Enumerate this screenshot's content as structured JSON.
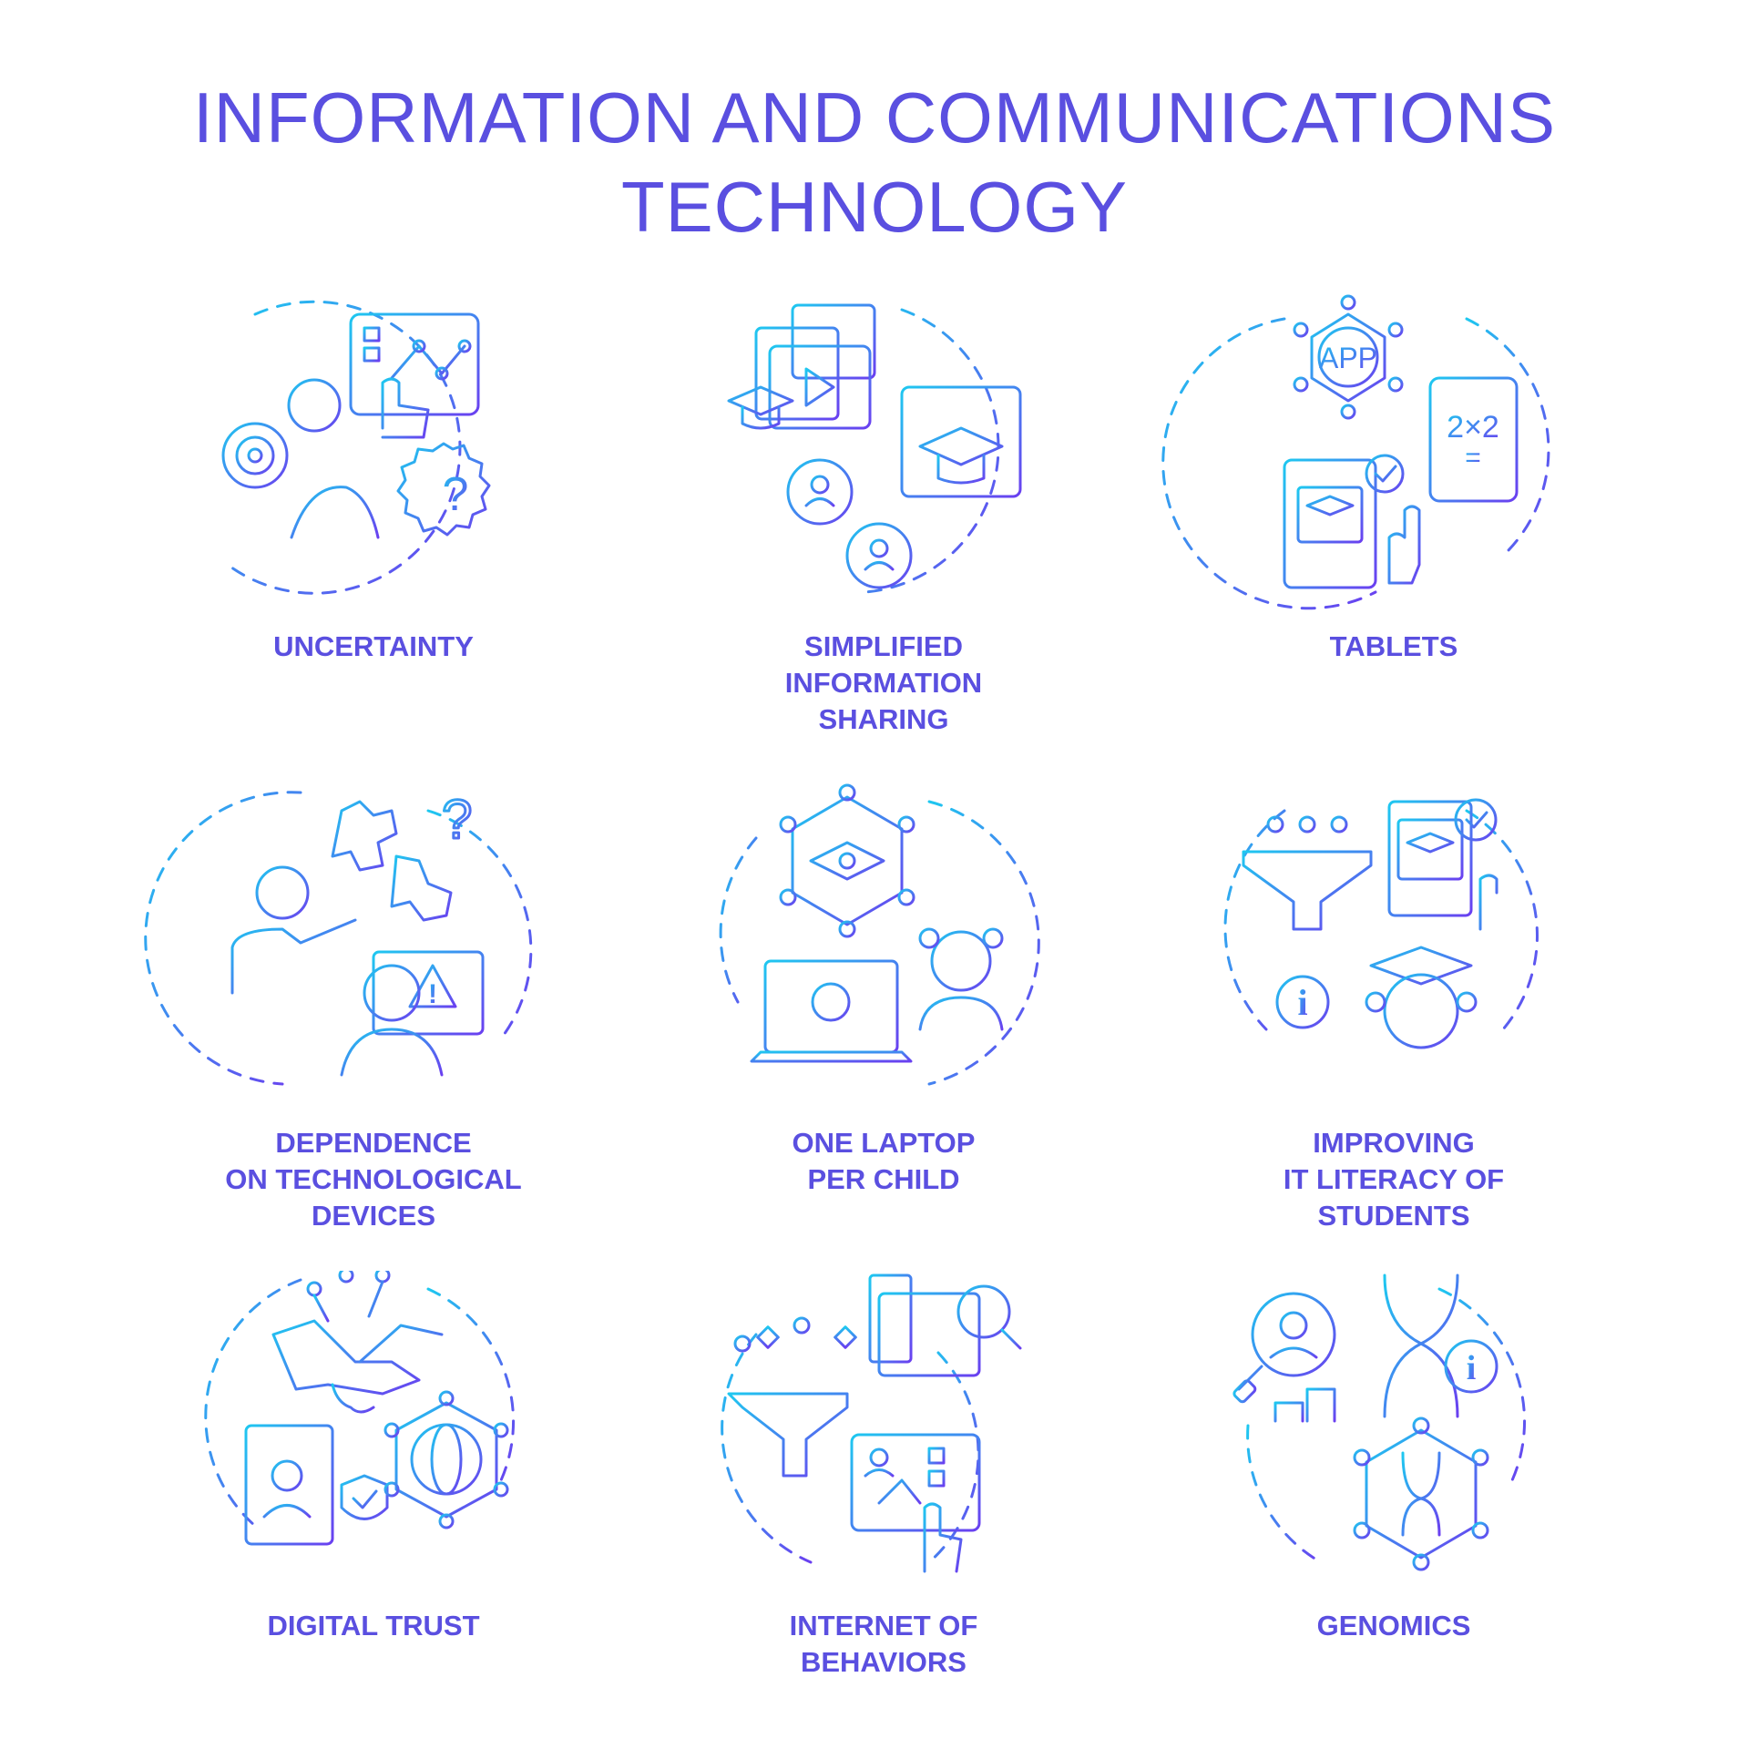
{
  "title": {
    "line1": "INFORMATION AND COMMUNICATIONS",
    "line2": "TECHNOLOGY"
  },
  "colors": {
    "gradient_start": "#1ec8f0",
    "gradient_end": "#6a3ff0",
    "title_text": "#5a4fe0",
    "label_text": "#5a4fe0"
  },
  "items": [
    {
      "icon": "uncertainty-icon",
      "lines": [
        "UNCERTAINTY"
      ]
    },
    {
      "icon": "information-sharing-icon",
      "lines": [
        "SIMPLIFIED",
        "INFORMATION",
        "SHARING"
      ]
    },
    {
      "icon": "tablets-icon",
      "lines": [
        "TABLETS"
      ]
    },
    {
      "icon": "dependence-devices-icon",
      "lines": [
        "DEPENDENCE",
        "ON TECHNOLOGICAL",
        "DEVICES"
      ]
    },
    {
      "icon": "one-laptop-icon",
      "lines": [
        "ONE LAPTOP",
        "PER CHILD"
      ]
    },
    {
      "icon": "it-literacy-icon",
      "lines": [
        "IMPROVING",
        "IT LITERACY OF",
        "STUDENTS"
      ]
    },
    {
      "icon": "digital-trust-icon",
      "lines": [
        "DIGITAL TRUST"
      ]
    },
    {
      "icon": "internet-of-behaviors-icon",
      "lines": [
        "INTERNET OF",
        "BEHAVIORS"
      ]
    },
    {
      "icon": "genomics-icon",
      "lines": [
        "GENOMICS"
      ]
    }
  ],
  "icon_texts": {
    "app": "APP",
    "math_top": "2×2",
    "math_bottom": "=",
    "question": "?",
    "warning": "!",
    "info": "i"
  }
}
